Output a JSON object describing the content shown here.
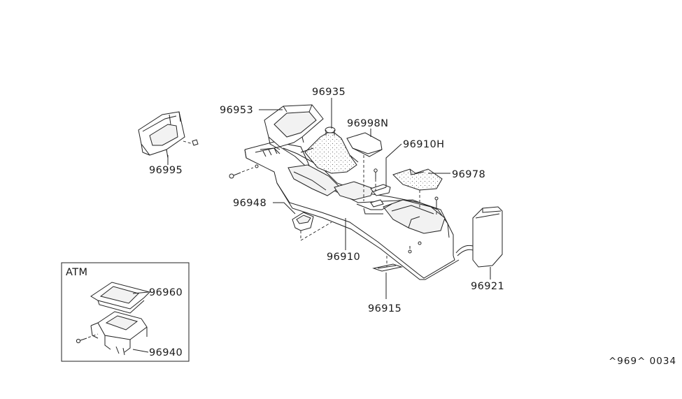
{
  "diagram": {
    "parts": {
      "p96935": "96935",
      "p96953": "96953",
      "p96998N": "96998N",
      "p96910H": "96910H",
      "p96978": "96978",
      "p96995": "96995",
      "p96948": "96948",
      "p96910": "96910",
      "p96921": "96921",
      "p96915": "96915",
      "p96960": "96960",
      "p96940": "96940"
    },
    "inset_label": "ATM",
    "drawing_code": "^969^ 0034"
  }
}
